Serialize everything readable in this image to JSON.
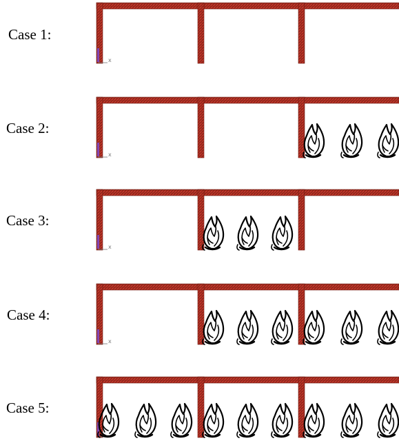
{
  "colors": {
    "steel": "#c0372a",
    "steel_edge": "#6e1a12",
    "steel_pattern": "#7a1e14",
    "flame": "#000000",
    "axis_marker": "#7a4bd0",
    "axis_line": "#777777"
  },
  "axis_glyph": "x",
  "cases": [
    {
      "label": "Case 1:",
      "fire_bays": []
    },
    {
      "label": "Case 2:",
      "fire_bays": [
        3
      ]
    },
    {
      "label": "Case 3:",
      "fire_bays": [
        2
      ]
    },
    {
      "label": "Case 4:",
      "fire_bays": [
        2,
        3
      ]
    },
    {
      "label": "Case 5:",
      "fire_bays": [
        1,
        2,
        3
      ]
    }
  ]
}
